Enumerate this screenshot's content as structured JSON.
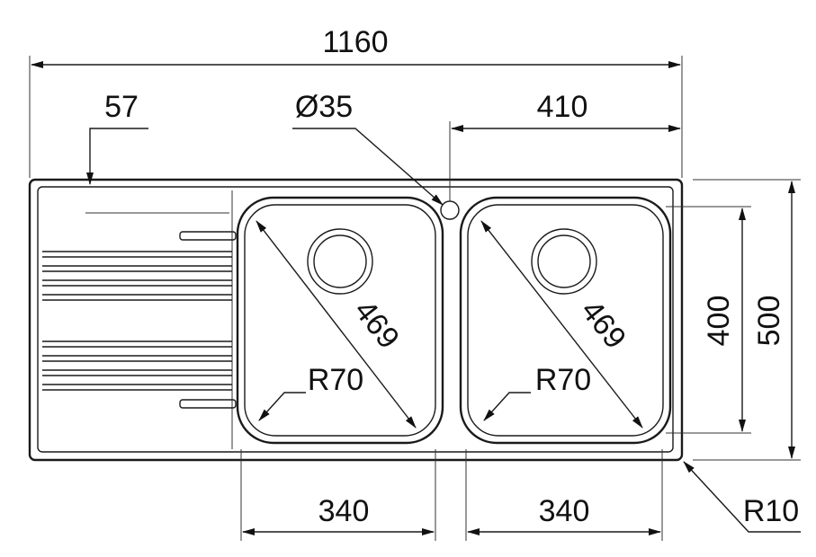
{
  "dimensions": {
    "overall_width": "1160",
    "drainer_offset": "57",
    "tap_hole": "Ø35",
    "bowl_offset": "410",
    "left_bowl_diagonal": "469",
    "right_bowl_diagonal": "469",
    "left_bowl_radius": "R70",
    "right_bowl_radius": "R70",
    "bowl_depth": "400",
    "overall_depth": "500",
    "left_bowl_width": "340",
    "right_bowl_width": "340",
    "corner_radius": "R10"
  }
}
